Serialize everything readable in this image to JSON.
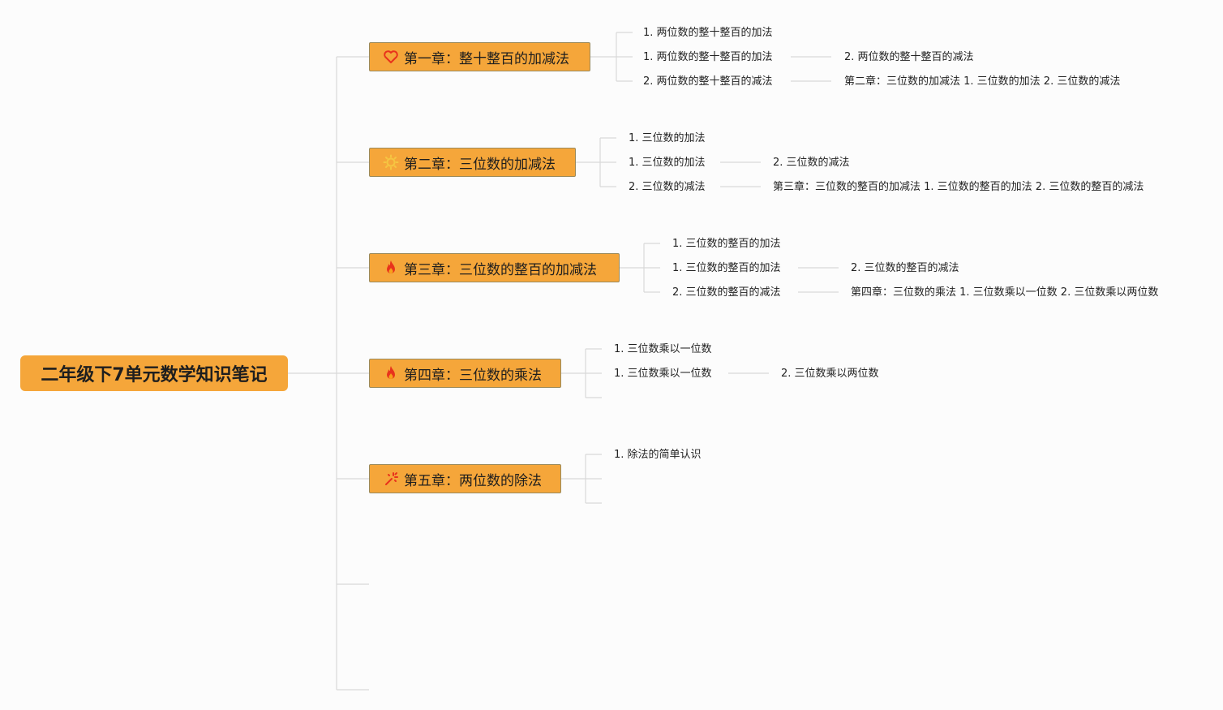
{
  "root": {
    "title": "二年级下7单元数学知识笔记"
  },
  "chapters": [
    {
      "title": "第一章：整十整百的加减法",
      "icon": "heart-icon",
      "items": [
        "1. 两位数的整十整百的加法",
        "1. 两位数的整十整百的加法",
        "2. 两位数的整十整百的减法"
      ],
      "subitems": [
        "2. 两位数的整十整百的减法",
        "第二章：三位数的加减法 1. 三位数的加法 2. 三位数的减法"
      ]
    },
    {
      "title": "第二章：三位数的加减法",
      "icon": "sun-icon",
      "items": [
        "1. 三位数的加法",
        "1. 三位数的加法",
        "2. 三位数的减法"
      ],
      "subitems": [
        "2. 三位数的减法",
        "第三章：三位数的整百的加减法 1. 三位数的整百的加法 2. 三位数的整百的减法"
      ]
    },
    {
      "title": "第三章：三位数的整百的加减法",
      "icon": "fire-icon",
      "items": [
        "1. 三位数的整百的加法",
        "1. 三位数的整百的加法",
        "2. 三位数的整百的减法"
      ],
      "subitems": [
        "2. 三位数的整百的减法",
        "第四章：三位数的乘法 1. 三位数乘以一位数 2. 三位数乘以两位数"
      ]
    },
    {
      "title": "第四章：三位数的乘法",
      "icon": "fire-icon",
      "items": [
        "1. 三位数乘以一位数",
        "1. 三位数乘以一位数"
      ],
      "subitems": [
        "2. 三位数乘以两位数"
      ]
    },
    {
      "title": "第五章：两位数的除法",
      "icon": "sparkle-icon",
      "items": [
        "1. 除法的简单认识"
      ],
      "subitems": []
    }
  ],
  "colors": {
    "node_fill": "#f5a63a",
    "node_border": "#9a8a5c",
    "line": "#d9d9d9",
    "icon_red": "#e8331c",
    "icon_sun": "#f5c542"
  }
}
